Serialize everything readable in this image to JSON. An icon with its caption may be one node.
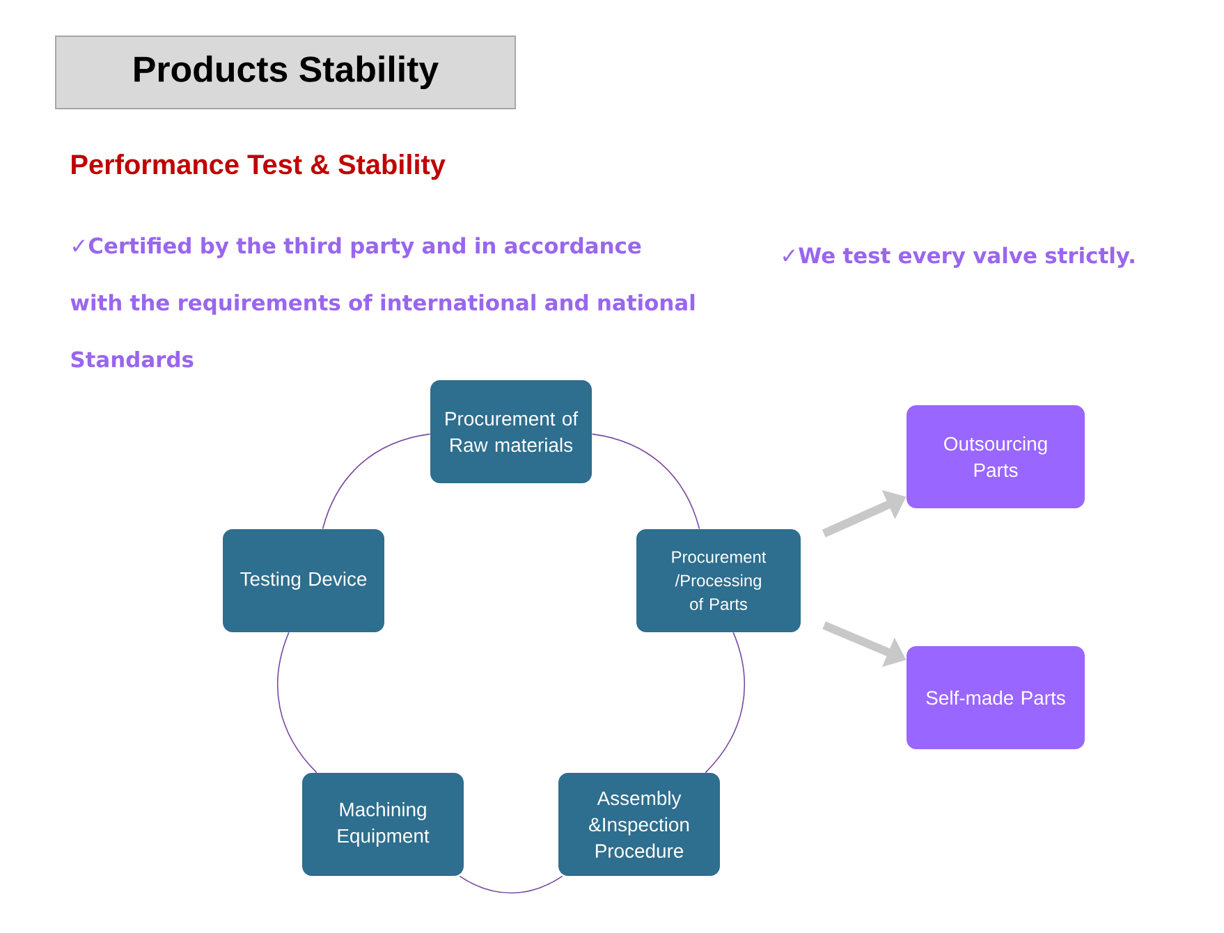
{
  "diagram": {
    "title": "Products Stability",
    "nodes": [
      {
        "text": [
          "Procurement of Raw materials"
        ]
      },
      {
        "text": [
          "Procurement /Processing of Parts"
        ]
      },
      {
        "text": [
          "Assembly &Inspection Procedure"
        ]
      },
      {
        "text": [
          "Machining Equipment"
        ]
      },
      {
        "text": [
          "Testing Device"
        ]
      },
      {
        "text": [
          "Outsourcing Parts"
        ]
      },
      {
        "text": [
          "Self-made Parts"
        ]
      }
    ],
    "edges": [
      {
        "from": 0,
        "to": 1,
        "arrow": "none"
      },
      {
        "from": 1,
        "to": 2,
        "arrow": "none"
      },
      {
        "from": 2,
        "to": 3,
        "arrow": "none"
      },
      {
        "from": 3,
        "to": 4,
        "arrow": "none"
      },
      {
        "from": 4,
        "to": 0,
        "arrow": "none"
      },
      {
        "from": 1,
        "to": 5,
        "arrow": "to",
        "style": "thick",
        "color": "#c8c8c8"
      },
      {
        "from": 1,
        "to": 6,
        "arrow": "to",
        "style": "thick",
        "color": "#c8c8c8"
      }
    ],
    "labels": [
      "Performance Test & Stability",
      "✓Certified by the third party and in accordance with the requirements of international and national Standards",
      "✓We test every valve strictly."
    ]
  }
}
